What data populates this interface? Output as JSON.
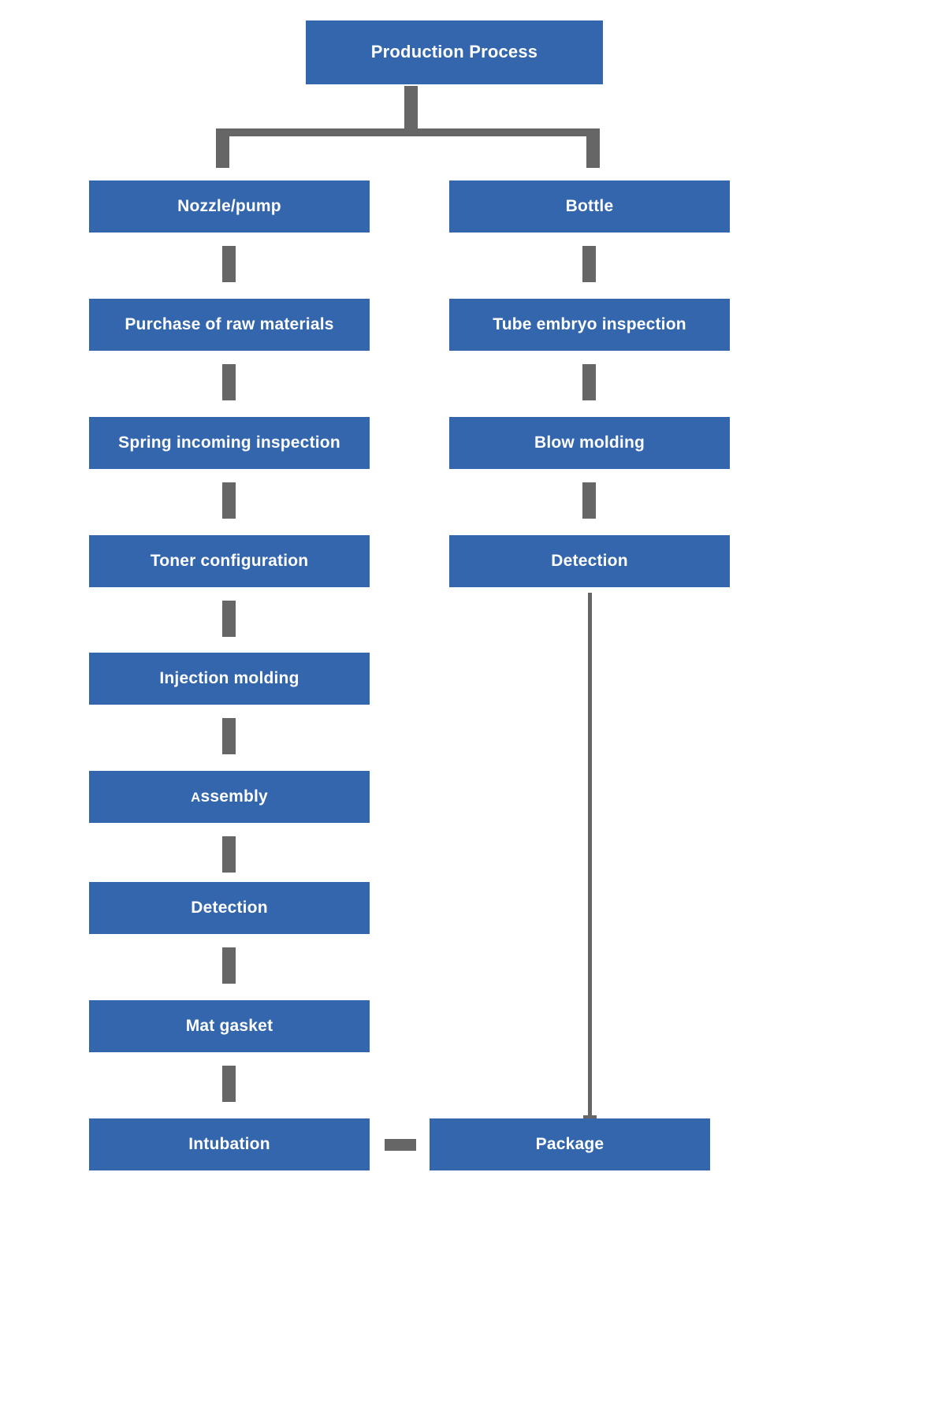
{
  "diagram": {
    "title": "Production Process",
    "type": "flowchart",
    "orientation": "top-down",
    "colors": {
      "node_fill": "#3366ad",
      "node_text": "#ffffff",
      "connector": "#666666",
      "background": "#ffffff"
    },
    "root": {
      "label": "Production Process"
    },
    "branches": [
      {
        "name": "nozzle-pump-branch",
        "header": "Nozzle/pump",
        "steps": [
          "Purchase of raw materials",
          "Spring incoming inspection",
          "Toner configuration",
          "Injection molding",
          "Assembly",
          "Detection",
          "Mat gasket",
          "Intubation"
        ]
      },
      {
        "name": "bottle-branch",
        "header": "Bottle",
        "steps": [
          "Tube embryo inspection",
          "Blow molding",
          "Detection"
        ]
      }
    ],
    "terminal": {
      "label": "Package"
    }
  }
}
